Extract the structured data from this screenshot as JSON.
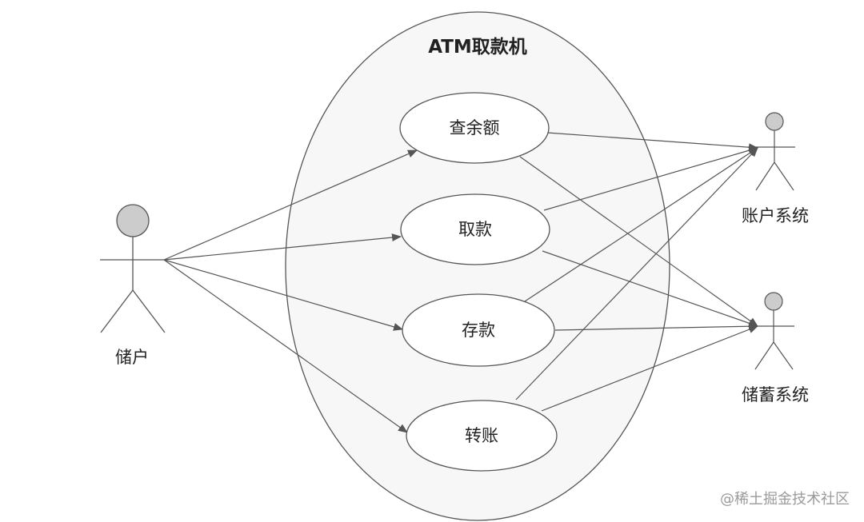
{
  "diagram": {
    "system": {
      "title": "ATM取款机"
    },
    "use_cases": {
      "balance": "查余额",
      "withdraw": "取款",
      "deposit": "存款",
      "transfer": "转账"
    },
    "actors": {
      "depositor": "储户",
      "account_system": "账户系统",
      "savings_system": "储蓄系统"
    },
    "associations": [
      {
        "from": "储户",
        "to": "查余额"
      },
      {
        "from": "储户",
        "to": "取款"
      },
      {
        "from": "储户",
        "to": "存款"
      },
      {
        "from": "储户",
        "to": "转账"
      },
      {
        "from": "查余额",
        "to": "账户系统"
      },
      {
        "from": "取款",
        "to": "账户系统"
      },
      {
        "from": "存款",
        "to": "账户系统"
      },
      {
        "from": "转账",
        "to": "账户系统"
      },
      {
        "from": "查余额",
        "to": "储蓄系统"
      },
      {
        "from": "取款",
        "to": "储蓄系统"
      },
      {
        "from": "存款",
        "to": "储蓄系统"
      },
      {
        "from": "转账",
        "to": "储蓄系统"
      }
    ]
  },
  "watermark": "@稀土掘金技术社区",
  "colors": {
    "line": "#555555",
    "system_fill": "#f7f7f7",
    "actor_head_fill": "#cccccc"
  }
}
